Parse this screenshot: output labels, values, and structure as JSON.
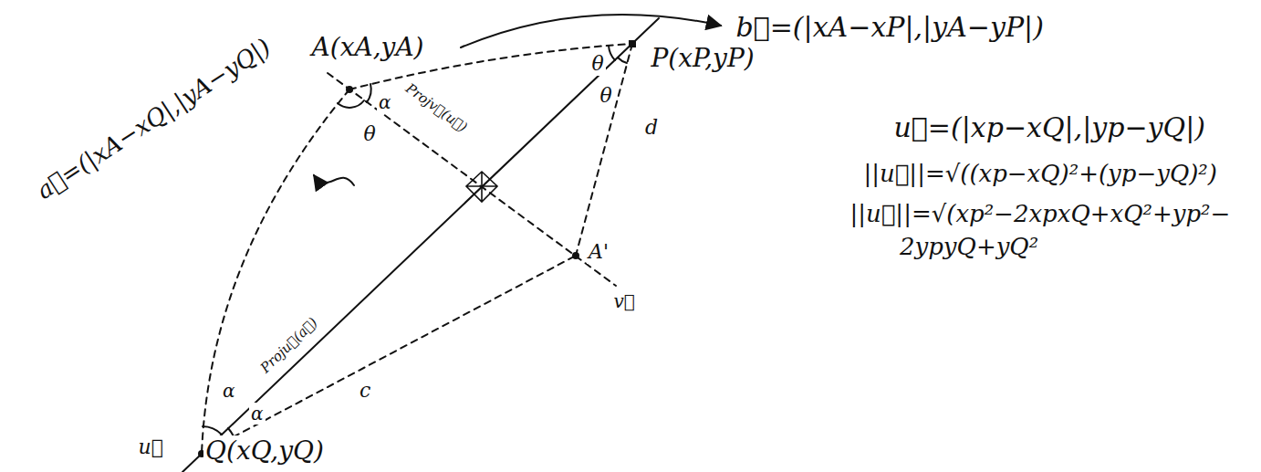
{
  "diagram": {
    "labels": [
      "a⃗=(|xA−xQ|,|yA−yQ|)",
      "A(xA,yA)",
      "b⃗=(|xA−xP|,|yA−yP|)",
      "θ",
      "θ",
      "P(xP,yP)",
      "α",
      "Projv⃗(u⃗)",
      "θ",
      "d",
      "u⃗=(|xp−xQ|,|yp−yQ|)",
      "||u⃗||=√((xp−xQ)²+(yp−yQ)²)",
      "||u⃗||=√(xp²−2xpxQ+xQ²+yp²−",
      "2ypyQ+yQ²",
      "A'",
      "α",
      "Proju⃗(a⃗)",
      "α",
      "c",
      "v⃗",
      "u⃗",
      "Q(xQ,yQ)"
    ]
  }
}
